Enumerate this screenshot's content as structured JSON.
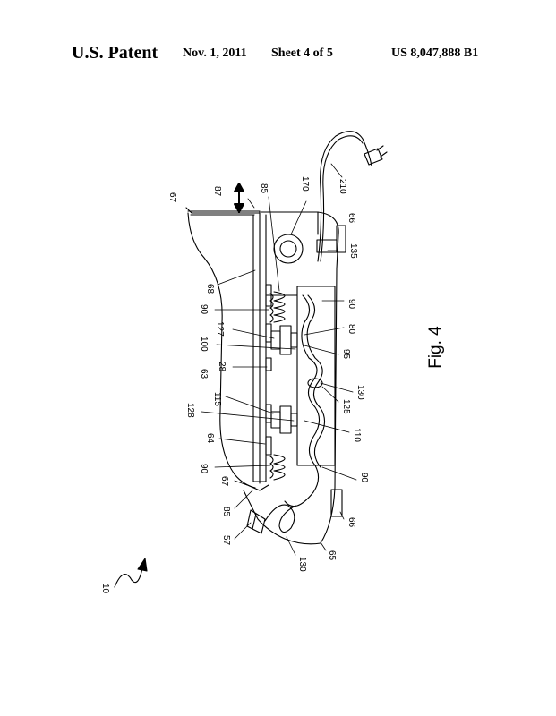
{
  "header": {
    "publication": "U.S. Patent",
    "date": "Nov. 1, 2011",
    "sheet": "Sheet 4 of 5",
    "patent_number": "US 8,047,888 B1"
  },
  "figure": {
    "caption": "Fig. 4",
    "labels": [
      {
        "key": "r67a",
        "text": "67"
      },
      {
        "key": "r87",
        "text": "87"
      },
      {
        "key": "r85a",
        "text": "85"
      },
      {
        "key": "r170",
        "text": "170"
      },
      {
        "key": "r210",
        "text": "210"
      },
      {
        "key": "r66a",
        "text": "66"
      },
      {
        "key": "r135",
        "text": "135"
      },
      {
        "key": "r68",
        "text": "68"
      },
      {
        "key": "r90a",
        "text": "90"
      },
      {
        "key": "r90b",
        "text": "90"
      },
      {
        "key": "r80",
        "text": "80"
      },
      {
        "key": "r127",
        "text": "127"
      },
      {
        "key": "r95",
        "text": "95"
      },
      {
        "key": "r100",
        "text": "100"
      },
      {
        "key": "r28",
        "text": "28"
      },
      {
        "key": "r63",
        "text": "63"
      },
      {
        "key": "r130a",
        "text": "130"
      },
      {
        "key": "r115",
        "text": "115"
      },
      {
        "key": "r125",
        "text": "125"
      },
      {
        "key": "r128",
        "text": "128"
      },
      {
        "key": "r110",
        "text": "110"
      },
      {
        "key": "r64",
        "text": "64"
      },
      {
        "key": "r90c",
        "text": "90"
      },
      {
        "key": "r67b",
        "text": "67"
      },
      {
        "key": "r90d",
        "text": "90"
      },
      {
        "key": "r85b",
        "text": "85"
      },
      {
        "key": "r66b",
        "text": "66"
      },
      {
        "key": "r57",
        "text": "57"
      },
      {
        "key": "r130b",
        "text": "130"
      },
      {
        "key": "r65",
        "text": "65"
      },
      {
        "key": "r10",
        "text": "10"
      }
    ]
  }
}
